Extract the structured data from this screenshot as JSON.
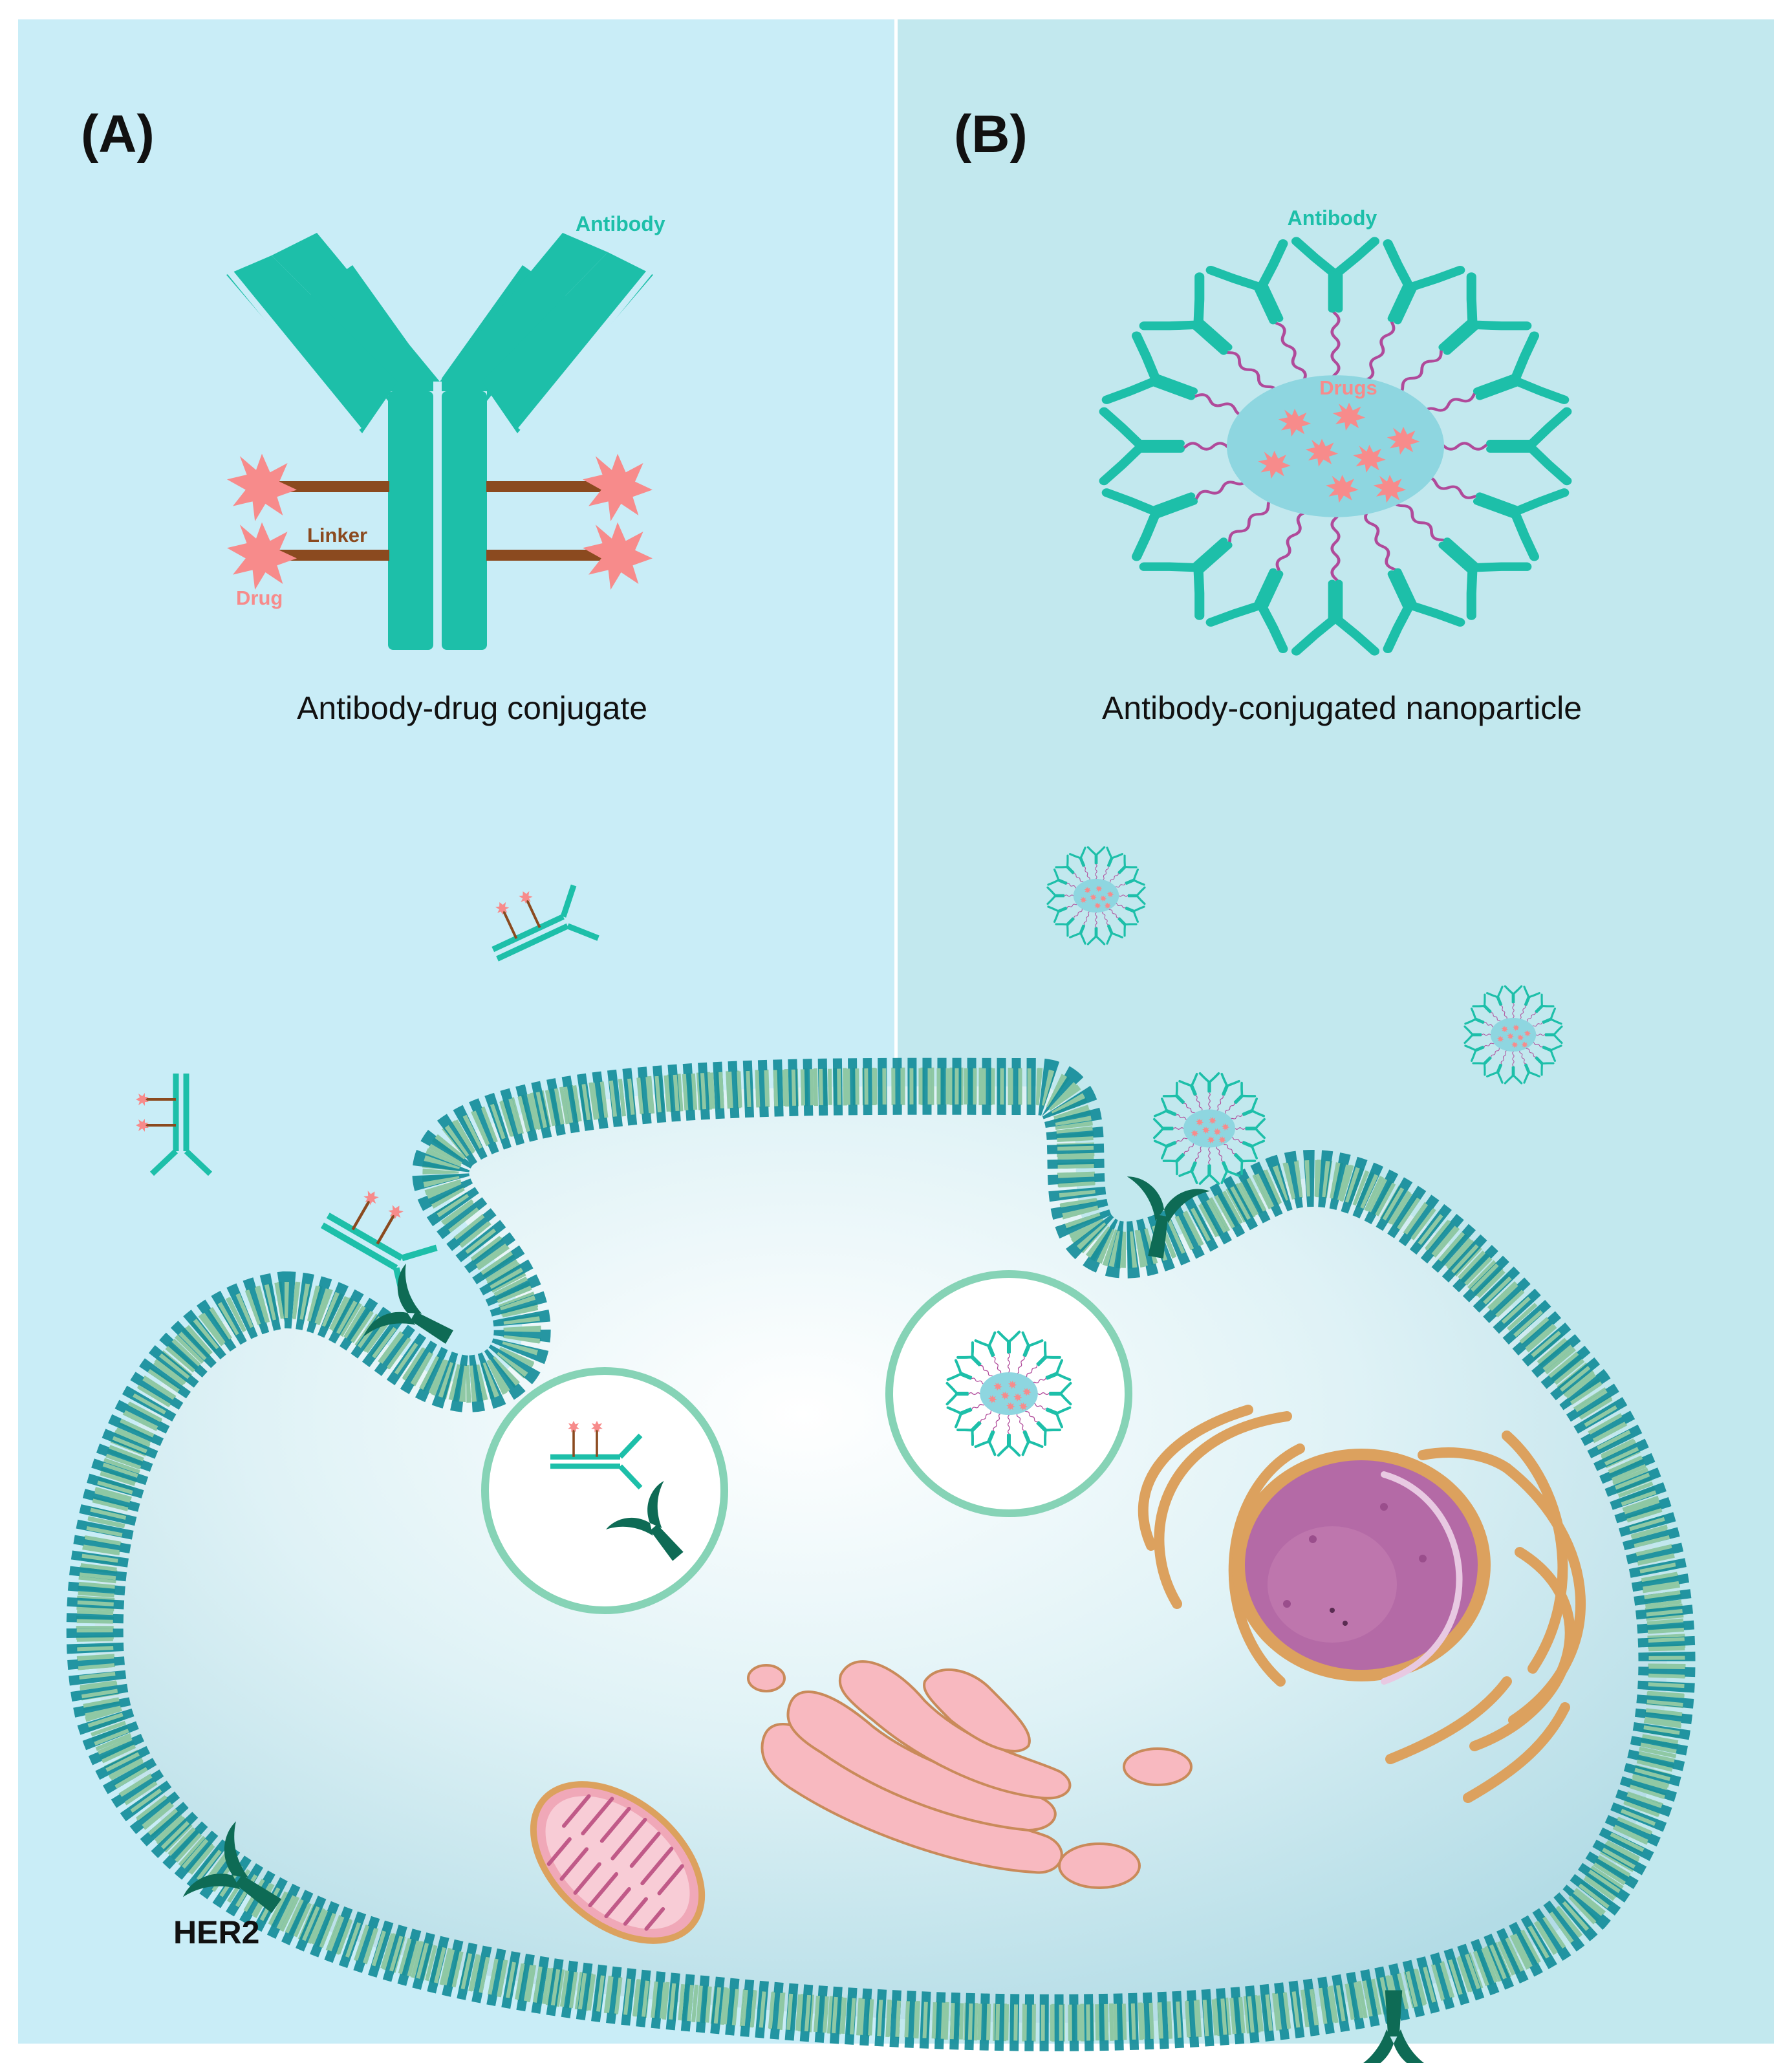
{
  "panel_a": {
    "tag": "(A)",
    "antibody_label": "Antibody",
    "linker_label": "Linker",
    "drug_label": "Drug",
    "caption": "Antibody-drug conjugate"
  },
  "panel_b": {
    "tag": "(B)",
    "antibody_label": "Antibody",
    "drugs_label": "Drugs",
    "caption": "Antibody-conjugated nanoparticle"
  },
  "cell": {
    "receptor_label": "HER2"
  },
  "colors": {
    "panel_a_bg": "#c9edf7",
    "panel_b_bg": "#c2e8ee",
    "antibody": "#1dbfa9",
    "drug": "#f78b8b",
    "linker": "#8b4a1f",
    "polymer": "#b04a9a",
    "nanoparticle_core": "#8ed6e0",
    "membrane_head": "#0f8b98",
    "membrane_tail": "#8fc8a4",
    "receptor": "#0e6b55",
    "nucleus": "#b46aa6",
    "er": "#dca15e",
    "golgi": "#f8b9c0",
    "mitochondrion": "#f0a8b8"
  }
}
